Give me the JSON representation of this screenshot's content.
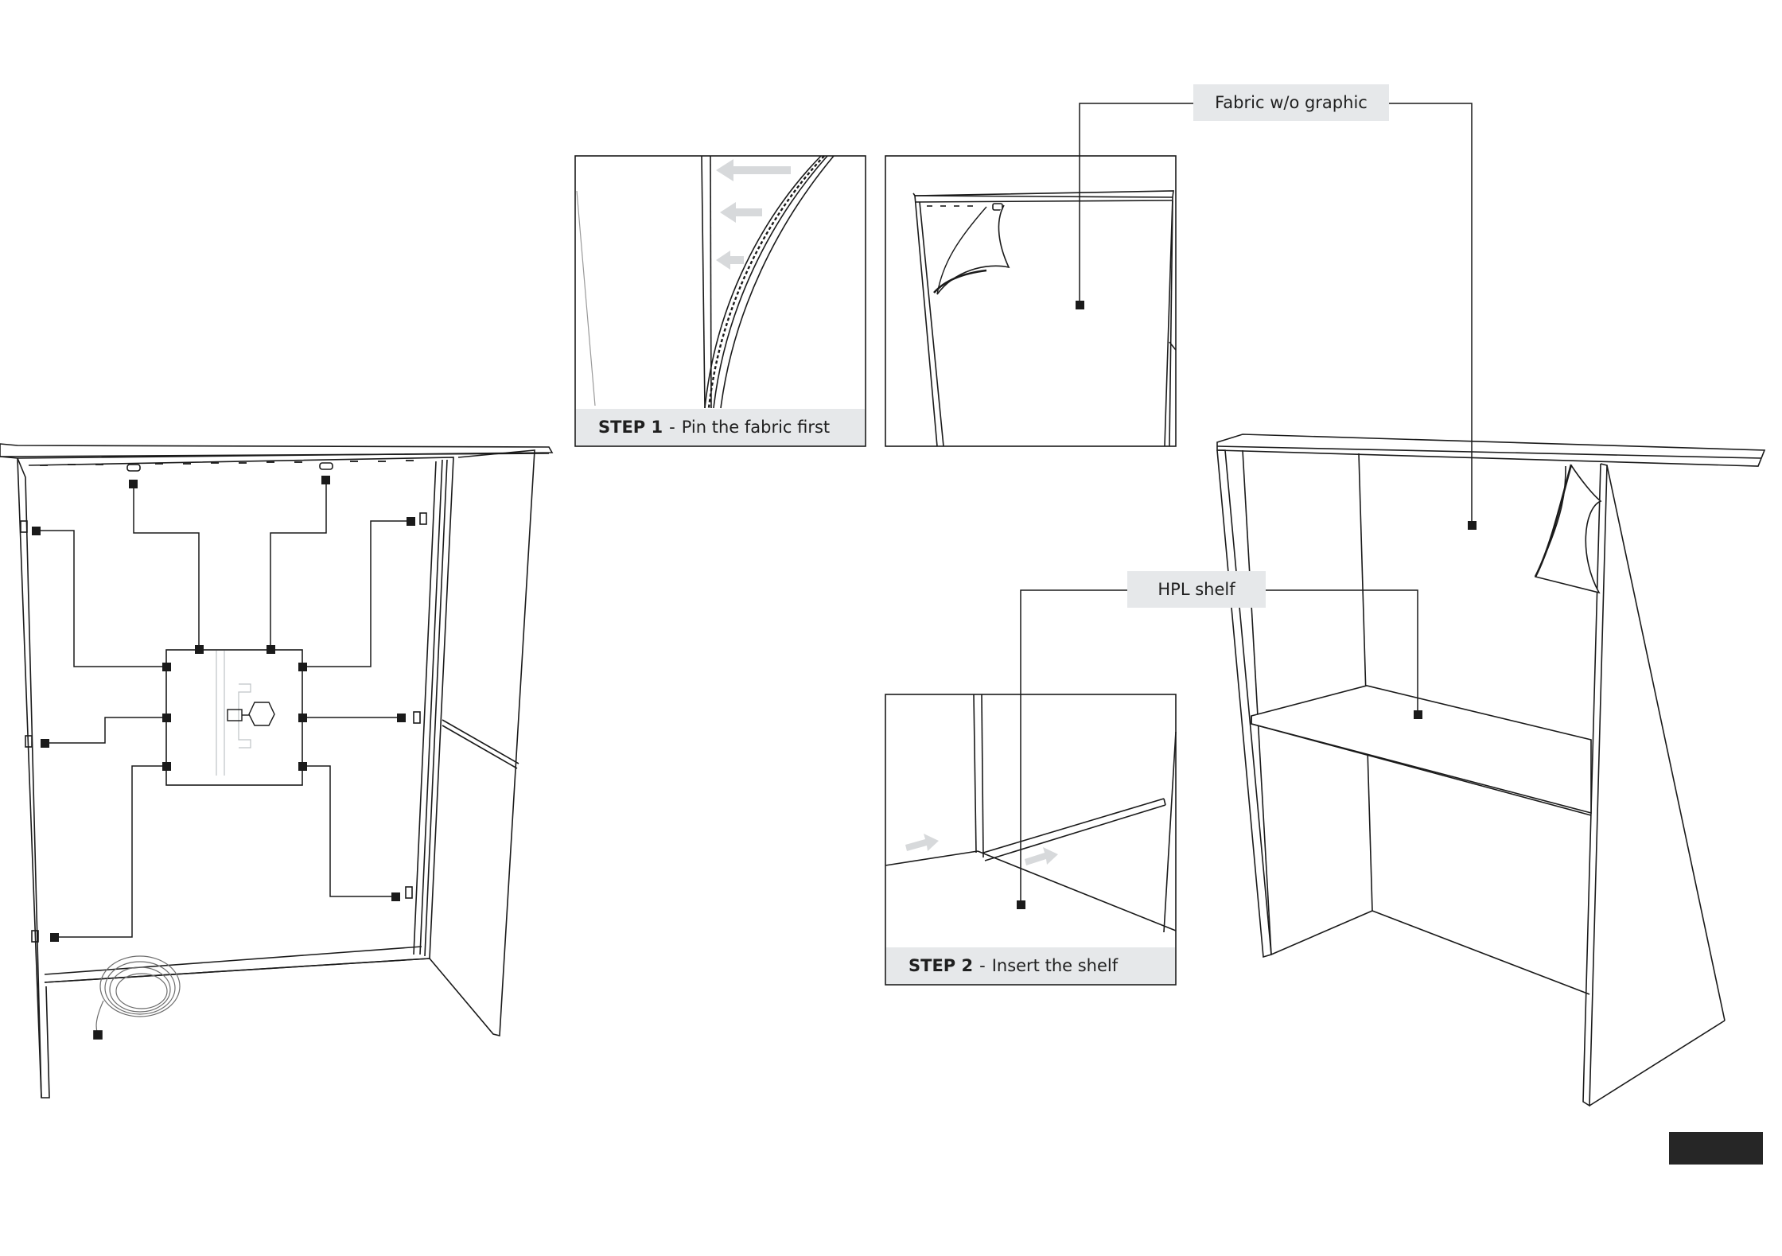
{
  "callouts": {
    "fabric": "Fabric w/o graphic",
    "shelf": "HPL shelf"
  },
  "steps": [
    {
      "number": "STEP 1",
      "text": "Pin the fabric first"
    },
    {
      "number": "STEP 2",
      "text": "Insert the shelf"
    }
  ],
  "separator": "-",
  "colors": {
    "line": "#1a1a1a",
    "panel_label_bg": "#e6e8ea",
    "arrow_gray": "#d7d9db",
    "page_tab": "#262626"
  }
}
